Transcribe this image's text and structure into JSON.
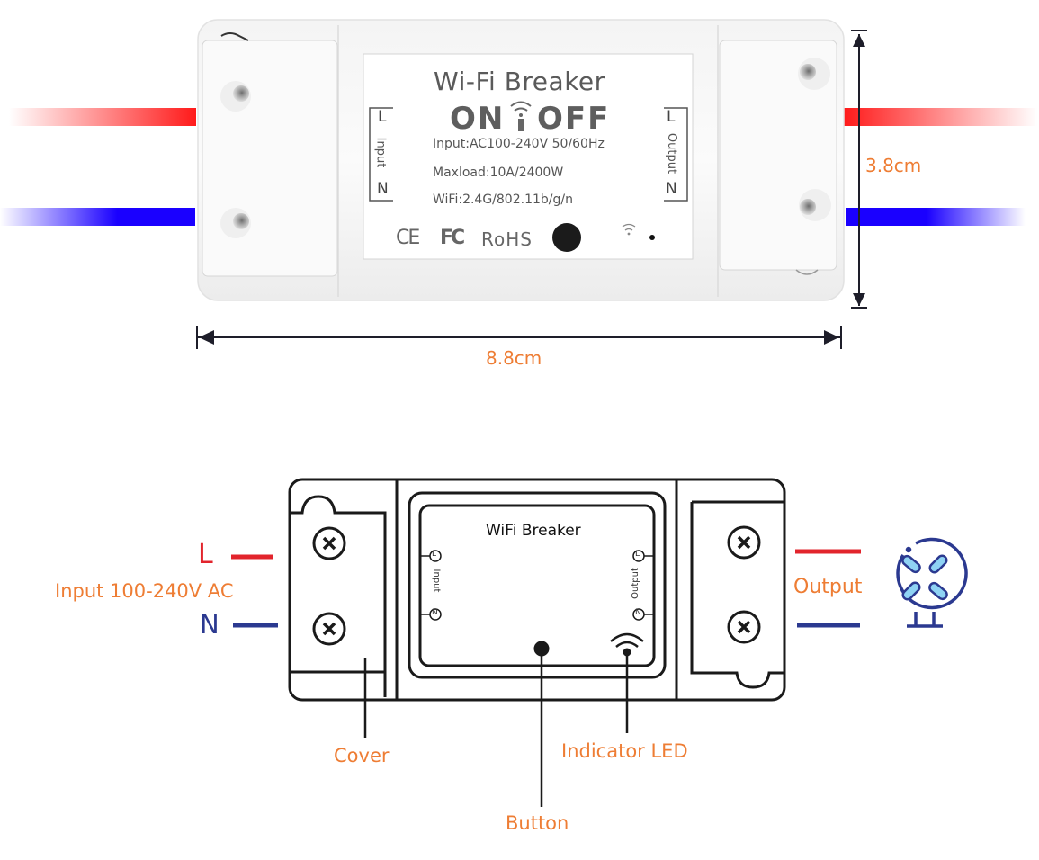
{
  "photo": {
    "label_title": "Wi-Fi Breaker",
    "on_text": "ON",
    "off_text": "OFF",
    "spec_input": "Input:AC100-240V 50/60Hz",
    "spec_maxload": "Maxload:10A/2400W",
    "spec_wifi": "WiFi:2.4G/802.11b/g/n",
    "input_block": {
      "top": "L",
      "side": "Input",
      "bottom": "N"
    },
    "output_block": {
      "top": "L",
      "side": "Output",
      "bottom": "N"
    },
    "cert_ce": "CE",
    "cert_fc": "FC",
    "cert_rohs": "RoHS",
    "dimension_height": "3.8cm",
    "dimension_width": "8.8cm",
    "wire_colors": {
      "live": "#ff1a1a",
      "neutral": "#1a00ff"
    }
  },
  "diagram": {
    "title": "WiFi Breaker",
    "input_side_label": "Input",
    "output_side_label": "Output",
    "terminal_l": "L",
    "terminal_n": "N",
    "live_label": "L",
    "neutral_label": "N",
    "input_voltage_label": "Input 100-240V AC",
    "output_label": "Output",
    "callouts": {
      "cover": "Cover",
      "button": "Button",
      "indicator_led": "Indicator LED"
    },
    "colors": {
      "accent_orange": "#ee7d34",
      "live_red": "#e2242c",
      "neutral_blue": "#2b3990",
      "fan_fill": "#8fd3f4"
    }
  }
}
